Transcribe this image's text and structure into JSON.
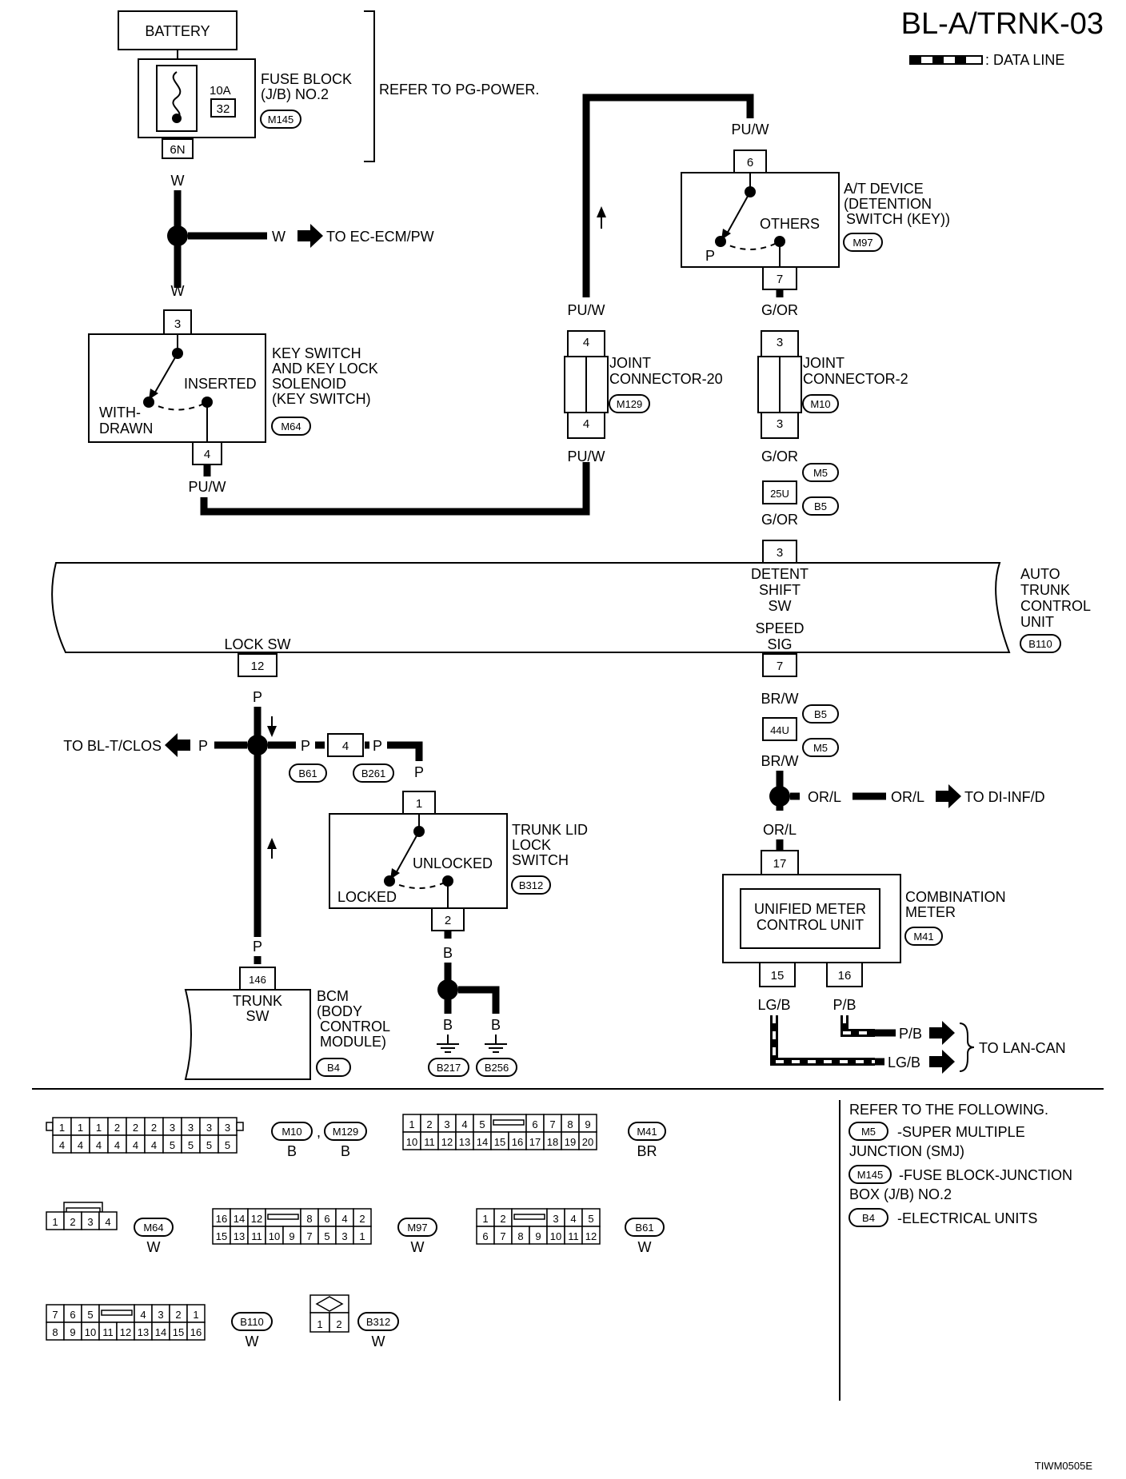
{
  "title": "BL-A/TRNK-03",
  "legend": {
    "data_line": ": DATA LINE"
  },
  "footer": {
    "code": "TIWM0505E"
  },
  "battery": "BATTERY",
  "fuse": {
    "amp": "10A",
    "num": "32",
    "name1": "FUSE BLOCK",
    "name2": "(J/B) NO.2",
    "conn": "M145",
    "pin": "6N",
    "refer": "REFER TO PG-POWER."
  },
  "wires": {
    "w_top": "W",
    "w_ecm": "W",
    "to_ecm": "TO EC-ECM/PW",
    "w_key": "W",
    "puw_key": "PU/W",
    "puw_j20_top": "PU/W",
    "puw_j20_bot": "PU/W",
    "puw_atd": "PU/W",
    "gor_atd": "G/OR",
    "gor_j2": "G/OR",
    "gor_tcu": "G/OR",
    "p_lock": "P",
    "p_left": "P",
    "p_right1": "P",
    "p_right2": "P",
    "p_trunk": "P",
    "p_bcm": "P",
    "to_tclos": "TO BL-T/CLOS",
    "b_trunk": "B",
    "b_g1": "B",
    "b_g2": "B",
    "brw_1": "BR/W",
    "brw_2": "BR/W",
    "orl_1": "OR/L",
    "orl_2": "OR/L",
    "orl_3": "OR/L",
    "to_inf": "TO DI-INF/D",
    "lgb": "LG/B",
    "pb": "P/B",
    "pb2": "P/B",
    "lgb2": "LG/B",
    "to_lan": "TO LAN-CAN"
  },
  "key_switch": {
    "pin_in": "3",
    "pin_out": "4",
    "inserted": "INSERTED",
    "withdrawn1": "WITH-",
    "withdrawn2": "DRAWN",
    "name1": "KEY SWITCH",
    "name2": "AND KEY LOCK",
    "name3": "SOLENOID",
    "name4": "(KEY SWITCH)",
    "conn": "M64"
  },
  "joint20": {
    "pin_top": "4",
    "pin_bot": "4",
    "name1": "JOINT",
    "name2": "CONNECTOR-20",
    "conn": "M129"
  },
  "at_device": {
    "pin_in": "6",
    "pin_out": "7",
    "others": "OTHERS",
    "p": "P",
    "name1": "A/T DEVICE",
    "name2": "(DETENTION",
    "name3": "SWITCH (KEY))",
    "conn": "M97"
  },
  "joint2": {
    "pin_top": "3",
    "pin_bot": "3",
    "name1": "JOINT",
    "name2": "CONNECTOR-2",
    "conn": "M10"
  },
  "conn_25u": {
    "pin": "25U",
    "c1": "M5",
    "c2": "B5"
  },
  "tcu": {
    "pin_top": "3",
    "detent1": "DETENT",
    "detent2": "SHIFT",
    "detent3": "SW",
    "speed1": "SPEED",
    "speed2": "SIG",
    "pin_speed": "7",
    "lock_sw": "LOCK SW",
    "pin_lock": "12",
    "name1": "AUTO",
    "name2": "TRUNK",
    "name3": "CONTROL",
    "name4": "UNIT",
    "conn": "B110"
  },
  "conn_44u": {
    "pin": "44U",
    "c1": "B5",
    "c2": "M5"
  },
  "conn_4": {
    "pin": "4",
    "c1": "B61",
    "c2": "B261"
  },
  "trunk_switch": {
    "pin_in": "1",
    "pin_out": "2",
    "unlocked": "UNLOCKED",
    "locked": "LOCKED",
    "name1": "TRUNK LID",
    "name2": "LOCK",
    "name3": "SWITCH",
    "conn": "B312"
  },
  "bcm": {
    "pin": "146",
    "label1": "TRUNK",
    "label2": "SW",
    "name1": "BCM",
    "name2": "(BODY",
    "name3": "CONTROL",
    "name4": "MODULE)",
    "conn": "B4"
  },
  "grounds": {
    "g1": "B217",
    "g2": "B256"
  },
  "meter": {
    "pin_in": "17",
    "pin_15": "15",
    "pin_16": "16",
    "inner1": "UNIFIED METER",
    "inner2": "CONTROL UNIT",
    "name1": "COMBINATION",
    "name2": "METER",
    "conn": "M41"
  },
  "connectors": {
    "m10_row1": [
      "1",
      "1",
      "1",
      "2",
      "2",
      "2",
      "3",
      "3",
      "3",
      "3"
    ],
    "m10_row2": [
      "4",
      "4",
      "4",
      "4",
      "4",
      "4",
      "5",
      "5",
      "5",
      "5"
    ],
    "m10": "M10",
    "m129": "M129",
    "m10_color": "B",
    "m129_color": "B",
    "comma": ",",
    "m41_row1a": [
      "1",
      "2",
      "3",
      "4",
      "5"
    ],
    "m41_row1b": [
      "6",
      "7",
      "8",
      "9"
    ],
    "m41_row2": [
      "10",
      "11",
      "12",
      "13",
      "14",
      "15",
      "16",
      "17",
      "18",
      "19",
      "20"
    ],
    "m41": "M41",
    "m41_color": "BR",
    "m64_row": [
      "1",
      "2",
      "3",
      "4"
    ],
    "m64": "M64",
    "m64_color": "W",
    "m97_row1a": [
      "16",
      "14",
      "12"
    ],
    "m97_row1b": [
      "8",
      "6",
      "4",
      "2"
    ],
    "m97_row2": [
      "15",
      "13",
      "11",
      "10",
      "9",
      "7",
      "5",
      "3",
      "1"
    ],
    "m97": "M97",
    "m97_color": "W",
    "b61_row1a": [
      "1",
      "2"
    ],
    "b61_row1b": [
      "3",
      "4",
      "5"
    ],
    "b61_row2": [
      "6",
      "7",
      "8",
      "9",
      "10",
      "11",
      "12"
    ],
    "b61": "B61",
    "b61_color": "W",
    "b110_row1a": [
      "7",
      "6",
      "5"
    ],
    "b110_row1b": [
      "4",
      "3",
      "2",
      "1"
    ],
    "b110_row2": [
      "8",
      "9",
      "10",
      "11",
      "12",
      "13",
      "14",
      "15",
      "16"
    ],
    "b110": "B110",
    "b110_color": "W",
    "b312_row": [
      "1",
      "2"
    ],
    "b312": "B312",
    "b312_color": "W"
  },
  "refer": {
    "heading": "REFER TO THE FOLLOWING.",
    "items": [
      {
        "code": "M5",
        "text1": "-SUPER MULTIPLE",
        "text2": "JUNCTION (SMJ)"
      },
      {
        "code": "M145",
        "text1": "-FUSE BLOCK-JUNCTION",
        "text2": "BOX (J/B) NO.2"
      },
      {
        "code": "B4",
        "text1": "-ELECTRICAL UNITS",
        "text2": ""
      }
    ]
  }
}
